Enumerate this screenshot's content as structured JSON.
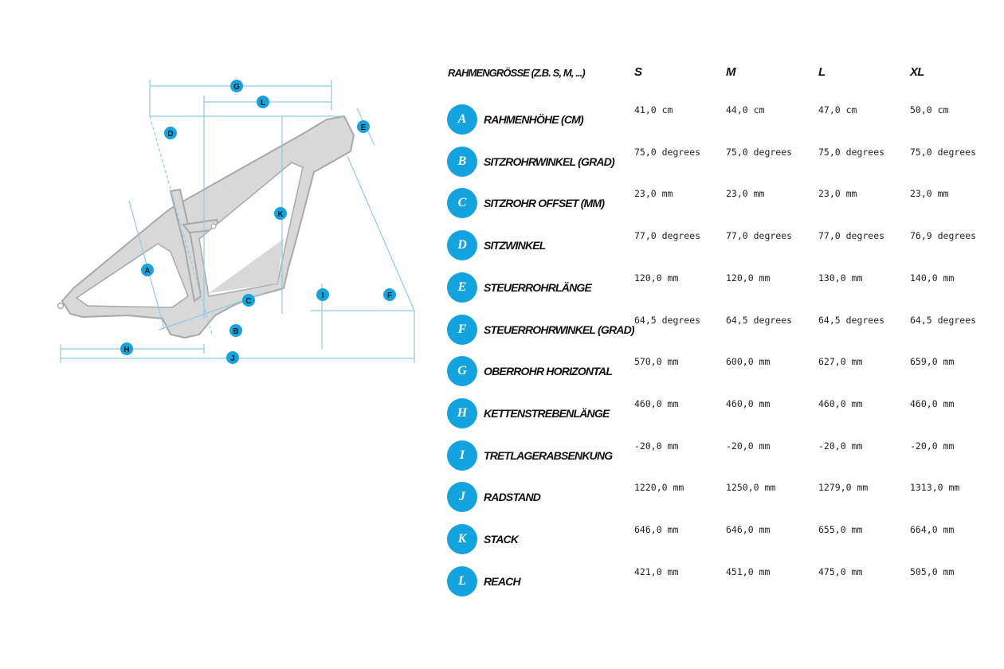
{
  "table": {
    "header": [
      "RAHMENGRÖSSE (Z.B. S, M, ...)",
      "S",
      "M",
      "L",
      "XL"
    ],
    "rows": [
      {
        "key": "A",
        "label": "RAHMENHÖHE (CM)",
        "values": [
          "41,0 cm",
          "44,0 cm",
          "47,0 cm",
          "50,0 cm"
        ]
      },
      {
        "key": "B",
        "label": "SITZROHRWINKEL (GRAD)",
        "values": [
          "75,0 degrees",
          "75,0 degrees",
          "75,0 degrees",
          "75,0 degrees"
        ]
      },
      {
        "key": "C",
        "label": "SITZROHR OFFSET (MM)",
        "values": [
          "23,0 mm",
          "23,0 mm",
          "23,0 mm",
          "23,0 mm"
        ]
      },
      {
        "key": "D",
        "label": "SITZWINKEL",
        "values": [
          "77,0 degrees",
          "77,0 degrees",
          "77,0 degrees",
          "76,9 degrees"
        ]
      },
      {
        "key": "E",
        "label": "STEUERROHRLÄNGE",
        "values": [
          "120,0 mm",
          "120,0 mm",
          "130,0 mm",
          "140,0 mm"
        ]
      },
      {
        "key": "F",
        "label": "STEUERROHRWINKEL (GRAD)",
        "values": [
          "64,5 degrees",
          "64,5 degrees",
          "64,5 degrees",
          "64,5 degrees"
        ]
      },
      {
        "key": "G",
        "label": "OBERROHR HORIZONTAL",
        "values": [
          "570,0 mm",
          "600,0 mm",
          "627,0 mm",
          "659,0 mm"
        ]
      },
      {
        "key": "H",
        "label": "KETTENSTREBENLÄNGE",
        "values": [
          "460,0 mm",
          "460,0 mm",
          "460,0 mm",
          "460,0 mm"
        ]
      },
      {
        "key": "I",
        "label": "TRETLAGERABSENKUNG",
        "values": [
          "-20,0 mm",
          "-20,0 mm",
          "-20,0 mm",
          "-20,0 mm"
        ]
      },
      {
        "key": "J",
        "label": "RADSTAND",
        "values": [
          "1220,0 mm",
          "1250,0 mm",
          "1279,0 mm",
          "1313,0 mm"
        ]
      },
      {
        "key": "K",
        "label": "STACK",
        "values": [
          "646,0 mm",
          "646,0 mm",
          "655,0 mm",
          "664,0 mm"
        ]
      },
      {
        "key": "L",
        "label": "REACH",
        "values": [
          "421,0 mm",
          "451,0 mm",
          "475,0 mm",
          "505,0 mm"
        ]
      }
    ]
  },
  "diagram": {
    "markers": [
      "G",
      "L",
      "D",
      "E",
      "K",
      "A",
      "C",
      "I",
      "F",
      "B",
      "H",
      "J"
    ]
  },
  "colors": {
    "accent": "#13a3df",
    "frame_fill": "#d8d8d8",
    "frame_stroke": "#a9a9a9",
    "dimension_line": "#8fcbe6"
  }
}
